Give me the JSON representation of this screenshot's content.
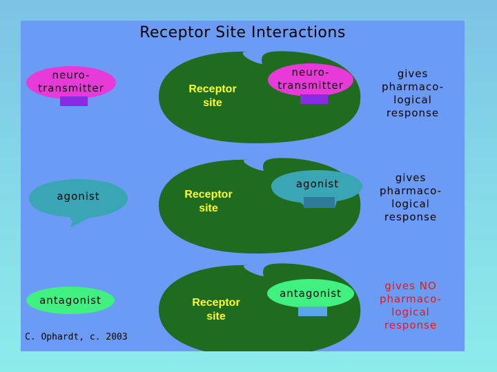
{
  "title": "Receptor Site Interactions",
  "rows": [
    {
      "ligand": "neuro-\ntransmitter",
      "receptor": "Receptor\nsite",
      "bound": "neuro-\ntransmitter",
      "response": "gives\npharmaco-\nlogical\nresponse"
    },
    {
      "ligand": "agonist",
      "receptor": "Receptor\nsite",
      "bound": "agonist",
      "response": "gives\npharmaco-\nlogical\nresponse"
    },
    {
      "ligand": "antagonist",
      "receptor": "Receptor\nsite",
      "bound": "antagonist",
      "response": "gives NO\npharmaco-\nlogical\nresponse"
    }
  ],
  "credit": "C. Ophardt, c. 2003",
  "colors": {
    "background": "#6c9bf6",
    "receptor": "#1f6b1f",
    "neurotransmitter": "#e83ad8",
    "neurotransmitter_tab": "#8a2be2",
    "agonist": "#3aa5b5",
    "agonist_tab": "#2e7a9a",
    "antagonist": "#40f080",
    "antagonist_tab": "#58a8e8",
    "receptor_text": "#ffff2a",
    "no_response_text": "#e01818"
  }
}
